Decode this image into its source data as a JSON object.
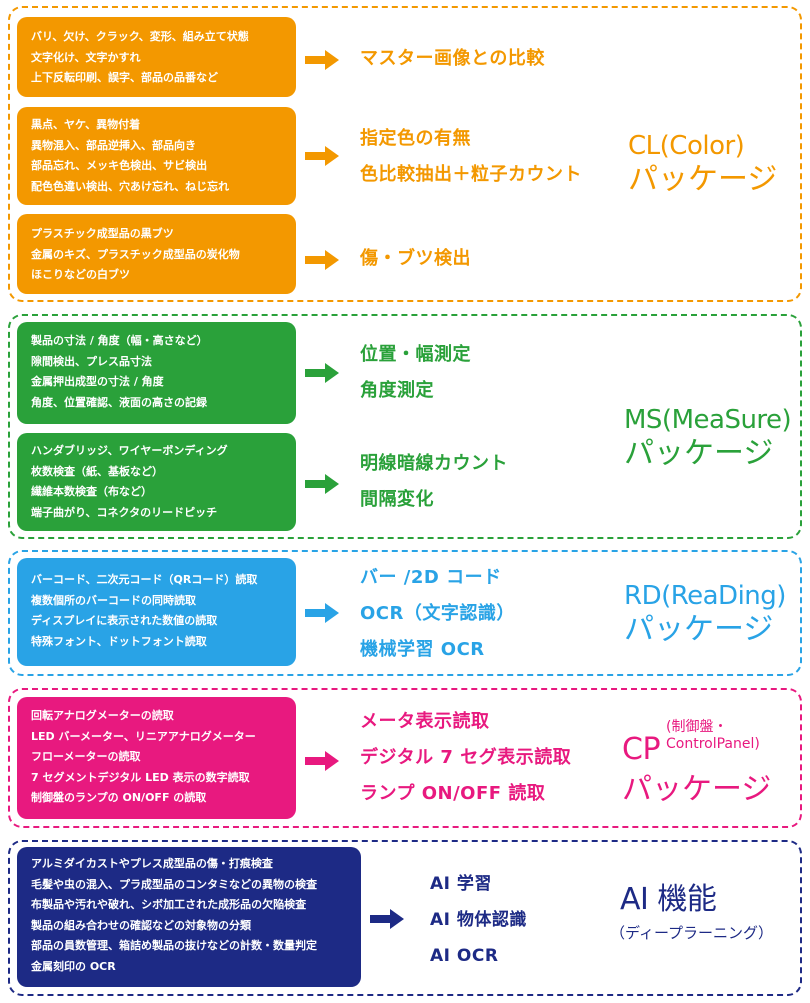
{
  "colors": {
    "orange": "#f39800",
    "green": "#2aa13a",
    "blue": "#29a3e6",
    "magenta": "#e8197f",
    "navy": "#1d2a85"
  },
  "sections": {
    "cl": {
      "package_name": "CL(Color)",
      "package_sub": "パッケージ",
      "rows": [
        {
          "items": [
            "バリ、欠け、クラック、変形、組み立て状態",
            "文字化け、文字かすれ",
            "上下反転印刷、誤字、部品の品番など"
          ],
          "results": [
            "マスター画像との比較"
          ]
        },
        {
          "items": [
            "黒点、ヤケ、異物付着",
            "異物混入、部品逆挿入、部品向き",
            "部品忘れ、メッキ色検出、サビ検出",
            "配色色違い検出、穴あけ忘れ、ねじ忘れ"
          ],
          "results": [
            "指定色の有無",
            "色比較抽出＋粒子カウント"
          ]
        },
        {
          "items": [
            "プラスチック成型品の黒ブツ",
            "金属のキズ、プラスチック成型品の炭化物",
            "ほこりなどの白ブツ"
          ],
          "results": [
            "傷・ブツ検出"
          ]
        }
      ]
    },
    "ms": {
      "package_name": "MS(MeaSure)",
      "package_sub": "パッケージ",
      "rows": [
        {
          "items": [
            "製品の寸法 / 角度（幅・高さなど）",
            "隙間検出、プレス品寸法",
            "金属押出成型の寸法 / 角度",
            "角度、位置確認、液面の高さの記録"
          ],
          "results": [
            "位置・幅測定",
            "角度測定"
          ]
        },
        {
          "items": [
            "ハンダブリッジ、ワイヤーボンディング",
            "枚数検査（紙、基板など）",
            "繊維本数検査（布など）",
            "端子曲がり、コネクタのリードピッチ"
          ],
          "results": [
            "明線暗線カウント",
            "間隔変化"
          ]
        }
      ]
    },
    "rd": {
      "package_name": "RD(ReaDing)",
      "package_sub": "パッケージ",
      "rows": [
        {
          "items": [
            "バーコード、二次元コード（QRコード）読取",
            "複数個所のバーコードの同時読取",
            "ディスプレイに表示された数値の読取",
            "特殊フォント、ドットフォント読取"
          ],
          "results": [
            "バー /2D コード",
            "OCR（文字認識）",
            "機械学習 OCR"
          ]
        }
      ]
    },
    "cp": {
      "package_name": "CP",
      "package_note1": "(制御盤・",
      "package_note2": "ControlPanel)",
      "package_sub": "パッケージ",
      "rows": [
        {
          "items": [
            "回転アナログメーターの読取",
            "LED バーメーター、リニアアナログメーター",
            "フローメーターの読取",
            "7 セグメントデジタル LED 表示の数字読取",
            "制御盤のランプの ON/OFF の読取"
          ],
          "results": [
            "メータ表示読取",
            "デジタル 7 セグ表示読取",
            "ランプ ON/OFF 読取"
          ]
        }
      ]
    },
    "ai": {
      "package_name": "AI 機能",
      "package_sub": "（ディープラーニング）",
      "rows": [
        {
          "items": [
            "アルミダイカストやプレス成型品の傷・打痕検査",
            "毛髪や虫の混入、プラ成型品のコンタミなどの異物の検査",
            "布製品や汚れや破れ、シボ加工された成形品の欠陥検査",
            "製品の組み合わせの確認などの対象物の分類",
            "部品の員数管理、箱詰め製品の抜けなどの計数・数量判定",
            "金属刻印の OCR"
          ],
          "results": [
            "AI 学習",
            "AI 物体認識",
            "AI OCR"
          ]
        }
      ]
    }
  }
}
